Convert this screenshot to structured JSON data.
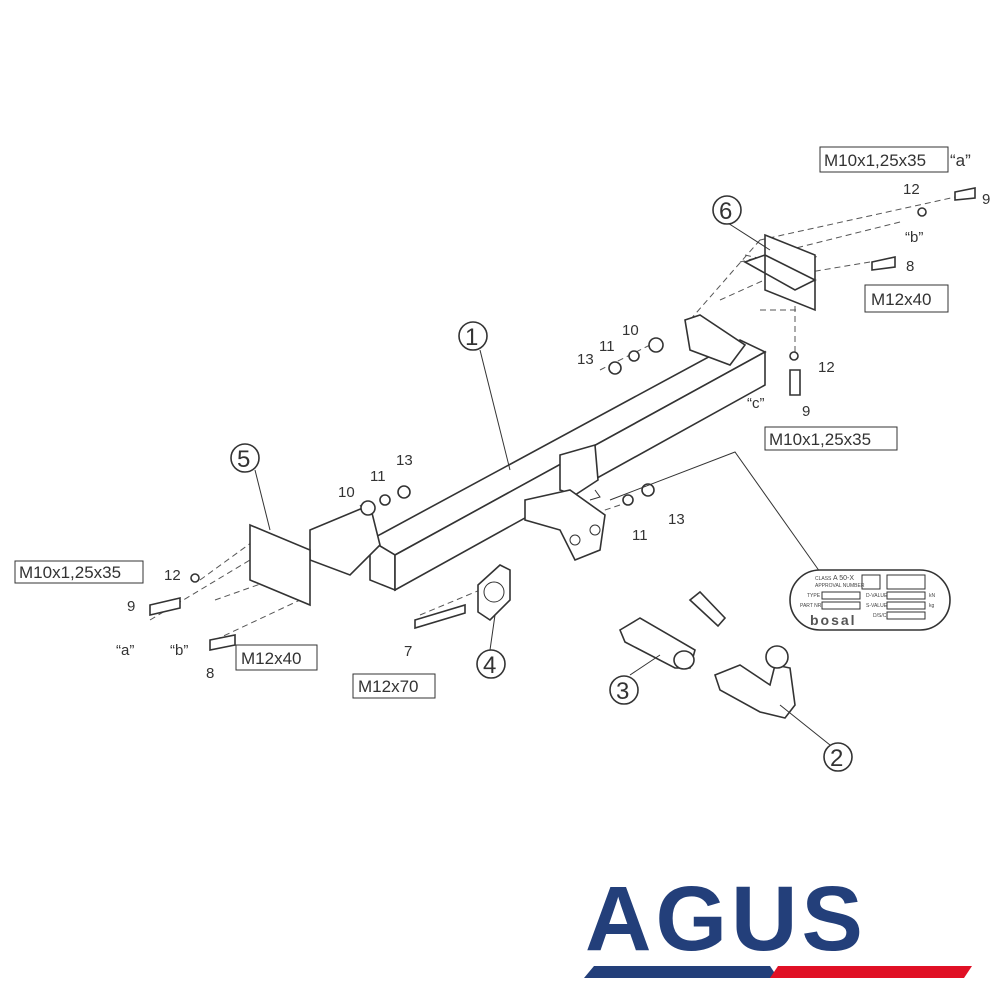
{
  "diagram": {
    "callouts": [
      "1",
      "2",
      "3",
      "4",
      "5",
      "6"
    ],
    "bolt_specs": {
      "top_right_a": "M10x1,25x35",
      "top_right_b": "M12x40",
      "right_c": "M10x1,25x35",
      "left_a": "M10x1,25x35",
      "left_b": "M12x40",
      "center_7": "M12x70"
    },
    "letters": {
      "a": "“a”",
      "b": "“b”",
      "c": "“c”"
    },
    "part_numbers": {
      "n7": "7",
      "n8": "8",
      "n9": "9",
      "n10": "10",
      "n11": "11",
      "n12": "12",
      "n13": "13"
    },
    "plate": {
      "class_label": "CLASS",
      "class_value": "A 50-X",
      "approval": "APPROVAL NUMBER",
      "type": "TYPE",
      "part_nr": "PART NR",
      "d_value": "D-VALUE",
      "kn": "kN",
      "s_value": "S-VALUE",
      "kg": "kg",
      "other": "D/S/C",
      "brand": "bosal"
    }
  },
  "logo": {
    "text": "AGUS",
    "colors": {
      "blue": "#233f7a",
      "red": "#e01025"
    }
  }
}
